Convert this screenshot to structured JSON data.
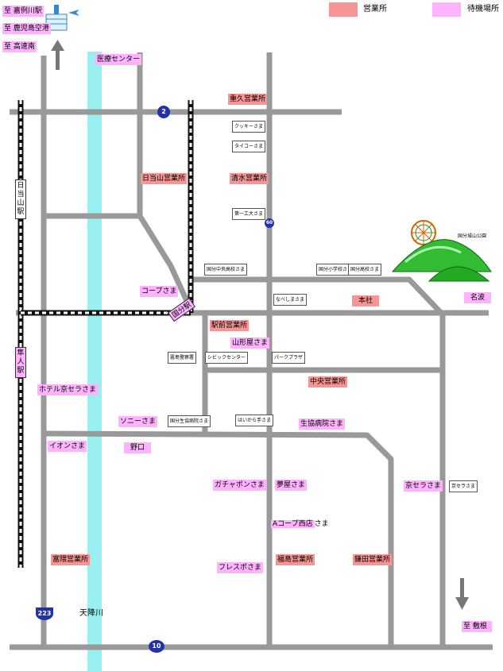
{
  "legend": {
    "office_label": "営業所",
    "stop_label": "待機場所",
    "office_color": "#f79494",
    "stop_color": "#ffb3ff"
  },
  "directions": {
    "kajiki": "至  嘉例川駅",
    "airport": "至  鹿児島空港",
    "expressway": "至  高速南",
    "shikine": "至   敷根"
  },
  "icons": {
    "airport": "airport-tower-icon",
    "park": "ferris-wheel-icon"
  },
  "stations": {
    "hinatayama": "日当山駅",
    "hayato": "隼人駅",
    "kokubu": "国分駅"
  },
  "routes": {
    "r2": "2",
    "r60": "60",
    "r223": "223",
    "r10": "10"
  },
  "offices": {
    "shigehisa": "重久営業所",
    "hinatayama": "日当山営業所",
    "shimizu": "清水営業所",
    "honsha": "本社",
    "ekimae": "駅前営業所",
    "chuo": "中央営業所",
    "noguchi": "野口",
    "tomikuma": "富隈営業所",
    "fukushima": "福島営業所",
    "kamada": "鎌田営業所",
    "aco_nishiten": "Aコープ西店"
  },
  "stops": {
    "medical": "医療センター",
    "coop": "コープさま",
    "nanami": "名波",
    "yamakataya": "山形屋さま",
    "hotel_kyocera": "ホテル京セラさま",
    "sony": "ソニーさま",
    "seikyo": "生協病院さま",
    "aeon": "イオンさま",
    "gachapon": "ガチャポンさま",
    "yumeya": "夢屋さま",
    "kyocera": "京セラさま",
    "aco_sama": "さま",
    "fresupo": "フレスポさま"
  },
  "boxes": {
    "cookie": "クッキーさま",
    "taiko": "タイコーさま",
    "daiichi": "第一工大さま",
    "kokubu_chu": "国分中央高校さま",
    "kokubu_sho": "国分小学校さま",
    "kokubu_ko": "国分高校さま",
    "nabeshima": "なべしまさま",
    "police": "霧島警察署",
    "civic": "シビックセンター",
    "parkplaza": "パークプラザ",
    "hospital_kokubu": "国分生協病院さま",
    "hamayuu": "はいから手さま",
    "kyocera_box": "京セラさま"
  },
  "places": {
    "river": "天降川",
    "park": "国分城山公園"
  },
  "colors": {
    "road": "#999999",
    "river": "#99f0f0",
    "rail": "#111111",
    "route_marker": "#2233aa"
  }
}
